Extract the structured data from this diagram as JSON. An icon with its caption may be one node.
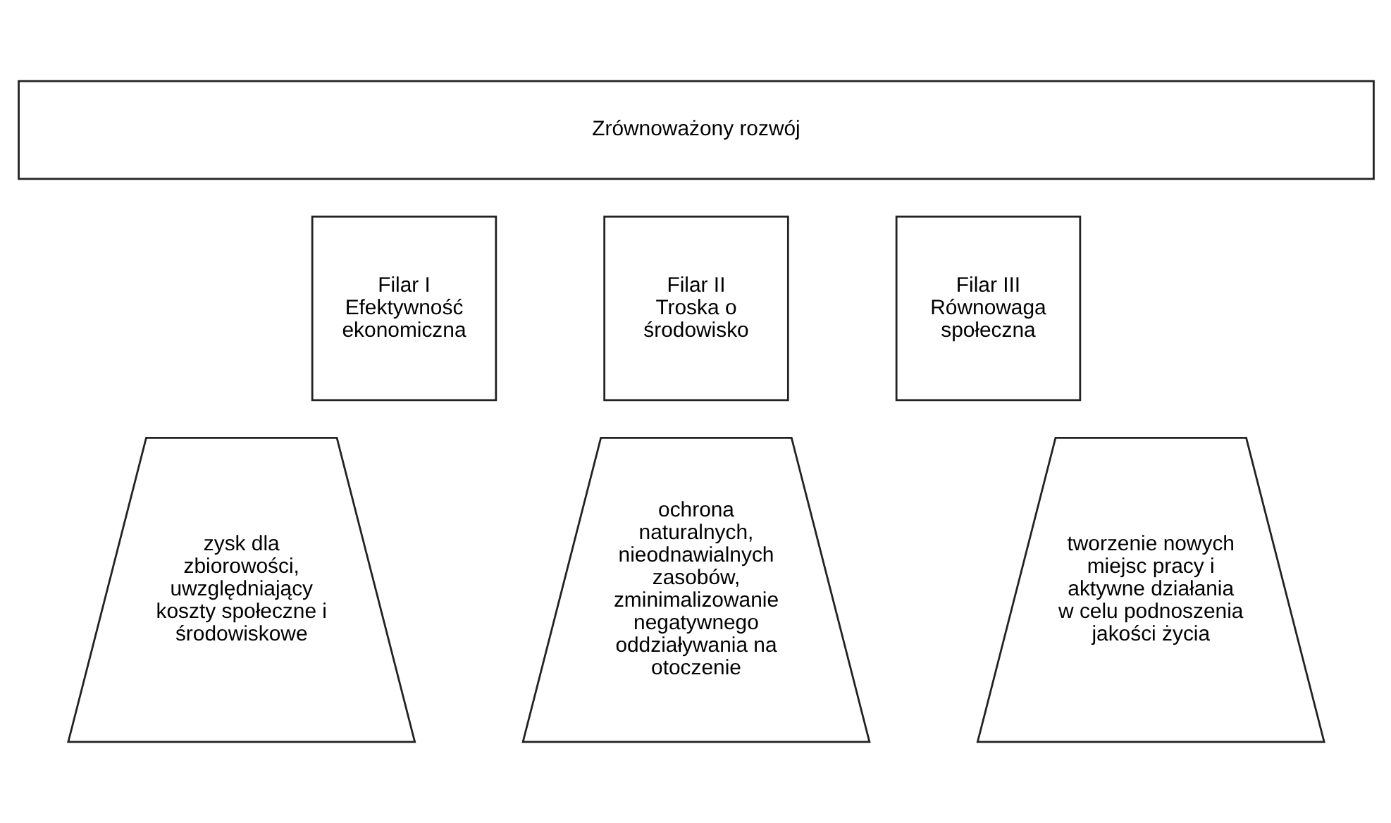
{
  "diagram": {
    "nodes": [
      {
        "text": [
          "Zrównoważony rozwój"
        ]
      },
      {
        "text": [
          "Filar I",
          "Efektywność ekonomiczna"
        ]
      },
      {
        "text": [
          "Filar II",
          "Troska o środowisko"
        ]
      },
      {
        "text": [
          "Filar III",
          "Równowaga społeczna"
        ]
      },
      {
        "text": [
          "zysk dla zbiorowości, uwzględniający koszty społeczne i środowiskowe"
        ]
      },
      {
        "text": [
          "ochrona naturalnych, nieodnawialnych zasobów, zminimalizowanie negatywnego oddziaływania na otoczenie"
        ]
      },
      {
        "text": [
          "tworzenie nowych miejsc pracy i aktywne działania w celu podnoszenia jakości życia"
        ]
      }
    ]
  }
}
